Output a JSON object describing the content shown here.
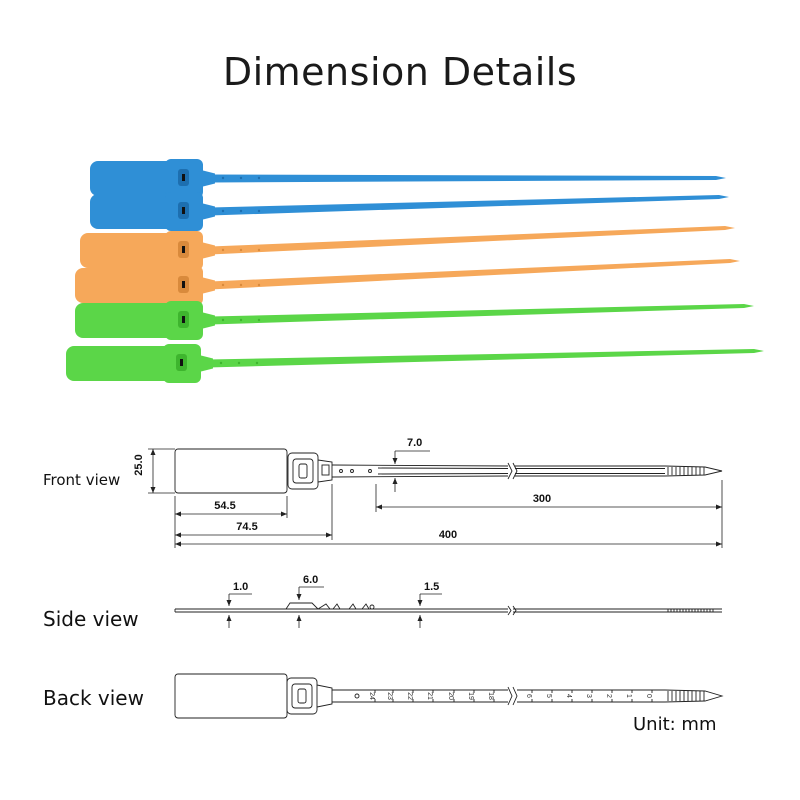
{
  "title": "Dimension Details",
  "tag_colors": [
    {
      "name": "blue",
      "fill": "#2f8fd6",
      "dark": "#1d6fb0"
    },
    {
      "name": "blue",
      "fill": "#2f8fd6",
      "dark": "#1d6fb0"
    },
    {
      "name": "orange",
      "fill": "#f6a85a",
      "dark": "#d98a3c"
    },
    {
      "name": "orange",
      "fill": "#f6a85a",
      "dark": "#d98a3c"
    },
    {
      "name": "green",
      "fill": "#5bd648",
      "dark": "#3eb52e"
    },
    {
      "name": "green",
      "fill": "#5bd648",
      "dark": "#3eb52e"
    }
  ],
  "views": {
    "front": {
      "label": "Front view"
    },
    "side": {
      "label": "Side view"
    },
    "back": {
      "label": "Back view"
    }
  },
  "dimensions": {
    "height": "25.0",
    "head_width": "54.5",
    "head_to_hole": "74.5",
    "total_length": "400",
    "strap_length": "300",
    "strap_width": "7.0",
    "tag_thickness": "1.0",
    "lock_thickness": "6.0",
    "strap_thickness": "1.5"
  },
  "scale_numbers": {
    "left": [
      "24",
      "23",
      "22",
      "21",
      "20",
      "19",
      "18"
    ],
    "right": [
      "6",
      "5",
      "4",
      "3",
      "2",
      "1",
      "0"
    ]
  },
  "unit": "Unit: mm"
}
